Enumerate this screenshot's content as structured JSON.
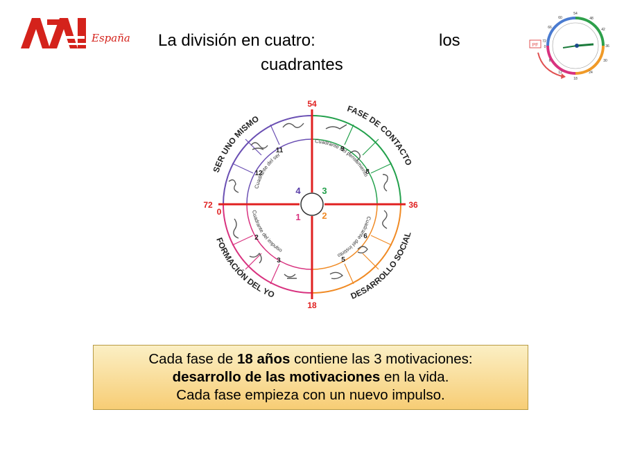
{
  "logo": {
    "letters": "APA",
    "subtitle": "España"
  },
  "title": {
    "line1": "La división en cuatro:",
    "line2": "los",
    "line3": "cuadrantes"
  },
  "clock_icon": {
    "tag": "PF",
    "ticks": [
      "54",
      "60",
      "66",
      "72",
      "0",
      "6",
      "12",
      "18",
      "24",
      "30",
      "36",
      "42",
      "48"
    ]
  },
  "wheel": {
    "ticks": {
      "top": "54",
      "right": "36",
      "bottom": "18",
      "left_outer": "72",
      "left_inner": "0"
    },
    "phases": [
      "SER UNO MISMO",
      "FASE DE CONTACTO",
      "DESARROLLO SOCIAL",
      "FORMACIÓN DEL YO"
    ],
    "quadrants": [
      "Cuadrante del ser",
      "Cuadrante del pensamiento",
      "Cuadrante del instinto",
      "Cuadrante del impulso"
    ],
    "center_numbers": [
      "4",
      "3",
      "1",
      "2"
    ],
    "sector_numbers": [
      "11",
      "12",
      "9",
      "8",
      "6",
      "5",
      "2",
      "3"
    ],
    "colors": {
      "top_left": "#6a4fb3",
      "top_right": "#22a04b",
      "bottom_right": "#f08a24",
      "bottom_left": "#d8327f",
      "axes": "#e02020"
    }
  },
  "caption": {
    "l1_a": "Cada fase de ",
    "l1_b": "18 años",
    "l1_c": " contiene las 3 motivaciones:",
    "l2_a": "desarrollo de las motivaciones",
    "l2_b": " en la vida.",
    "l3": "Cada fase empieza con un nuevo impulso."
  }
}
